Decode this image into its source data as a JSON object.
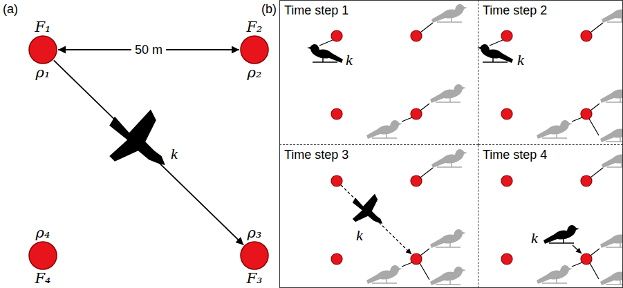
{
  "diagram": {
    "nodes": [
      {
        "text": [
          "F₁",
          "ρ₁"
        ]
      },
      {
        "text": [
          "F₂",
          "ρ₂"
        ]
      },
      {
        "text": [
          "ρ₄",
          "F₄"
        ]
      },
      {
        "text": [
          "ρ₃",
          "F₃"
        ]
      },
      {
        "text": [
          "Time step 1"
        ]
      },
      {
        "text": [
          "Time step 2"
        ]
      },
      {
        "text": [
          "Time step 3"
        ]
      },
      {
        "text": [
          "Time step 4"
        ]
      }
    ],
    "edges": [
      {
        "from": 0,
        "to": 1,
        "arrow": "both",
        "label": "50 m"
      },
      {
        "from": 0,
        "to": 3,
        "arrow": "to"
      }
    ],
    "labels": [
      "(a)",
      "k",
      "(b)",
      "k",
      "k",
      "k",
      "k"
    ]
  }
}
